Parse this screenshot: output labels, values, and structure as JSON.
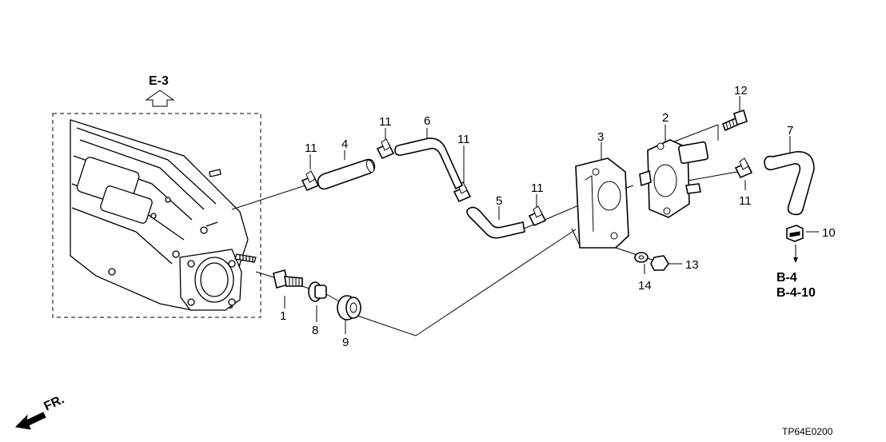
{
  "references": {
    "up": "E-3",
    "down_1": "B-4",
    "down_2": "B-4-10"
  },
  "direction": "FR.",
  "diagram_code": "TP64E0200",
  "callouts": [
    {
      "id": "c1",
      "text": "1"
    },
    {
      "id": "c2",
      "text": "2"
    },
    {
      "id": "c3",
      "text": "3"
    },
    {
      "id": "c4",
      "text": "4"
    },
    {
      "id": "c5",
      "text": "5"
    },
    {
      "id": "c6",
      "text": "6"
    },
    {
      "id": "c7",
      "text": "7"
    },
    {
      "id": "c8",
      "text": "8"
    },
    {
      "id": "c9",
      "text": "9"
    },
    {
      "id": "c10",
      "text": "10"
    },
    {
      "id": "c11a",
      "text": "11"
    },
    {
      "id": "c11b",
      "text": "11"
    },
    {
      "id": "c11c",
      "text": "11"
    },
    {
      "id": "c11d",
      "text": "11"
    },
    {
      "id": "c11e",
      "text": "11"
    },
    {
      "id": "c12",
      "text": "12"
    },
    {
      "id": "c13",
      "text": "13"
    },
    {
      "id": "c14",
      "text": "14"
    }
  ]
}
